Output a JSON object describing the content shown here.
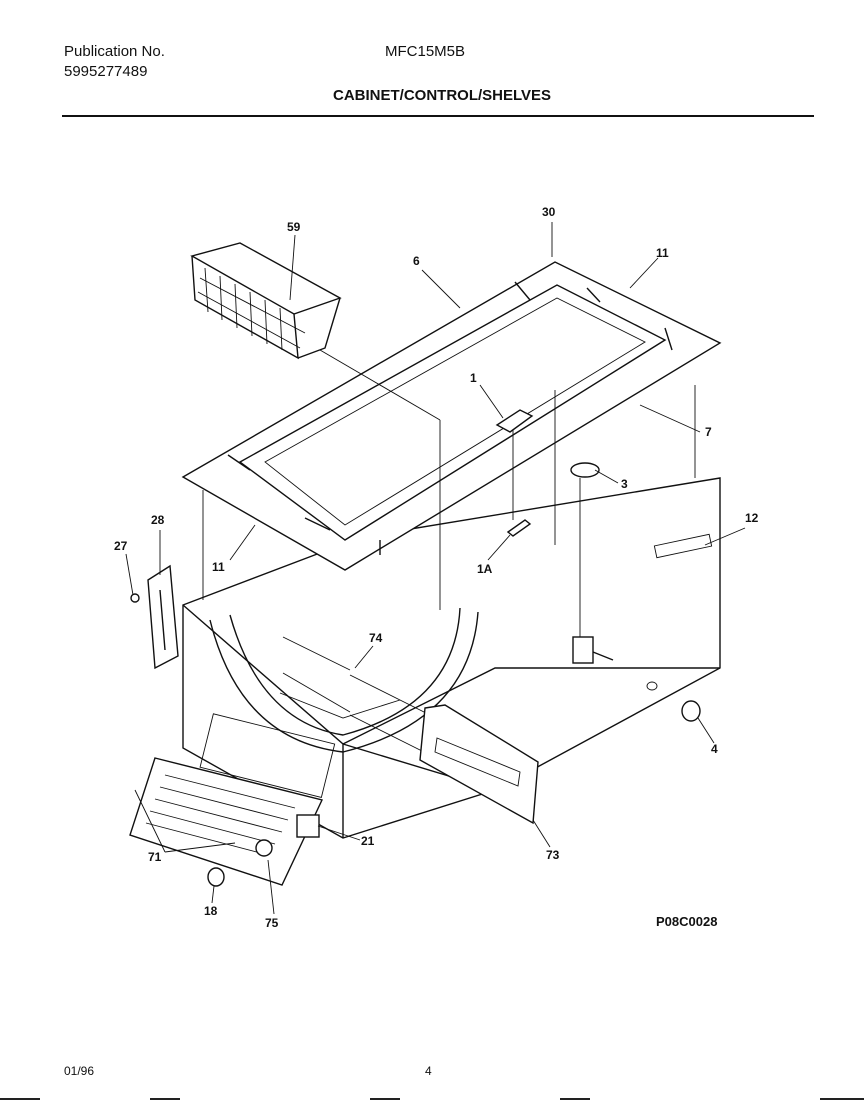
{
  "header": {
    "publication_label": "Publication No.",
    "publication_number": "5995277489",
    "model": "MFC15M5B",
    "section_title": "CABINET/CONTROL/SHELVES"
  },
  "parts": {
    "p30": "30",
    "p59": "59",
    "p6": "6",
    "p11_top": "11",
    "p1": "1",
    "p7": "7",
    "p3": "3",
    "p12": "12",
    "p28": "28",
    "p27": "27",
    "p11_left": "11",
    "p1A": "1A",
    "p74": "74",
    "p4": "4",
    "p21": "21",
    "p71": "71",
    "p73": "73",
    "p18": "18",
    "p75": "75"
  },
  "drawing_code": "P08C0028",
  "footer": {
    "date": "01/96",
    "page": "4"
  }
}
